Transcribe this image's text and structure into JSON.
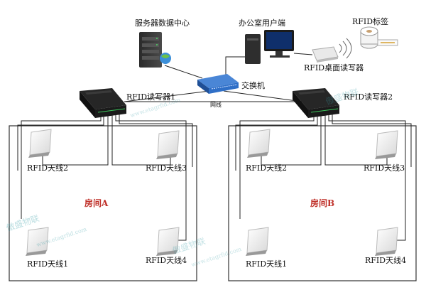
{
  "devices": {
    "server": "服务器数据中心",
    "office": "办公室用户端",
    "rfid_tag": "RFID标签",
    "desktop_reader": "RFID桌面读写器",
    "switch": "交换机",
    "cable": "网线",
    "reader1": "RFID读写器1",
    "reader2": "RFID读写器2"
  },
  "rooms": [
    {
      "label": "房间A",
      "antennas": [
        "RFID天线2",
        "RFID天线3",
        "RFID天线1",
        "RFID天线4"
      ]
    },
    {
      "label": "房间B",
      "antennas": [
        "RFID天线2",
        "RFID天线3",
        "RFID天线1",
        "RFID天线4"
      ]
    }
  ],
  "watermark": {
    "brand": "傲盛物联",
    "url": "www.etagrfid.com"
  },
  "colors": {
    "room_label": "#c0322b",
    "switch_blue": "#2f6fc7",
    "reader_dark": "#1d1d1d"
  }
}
